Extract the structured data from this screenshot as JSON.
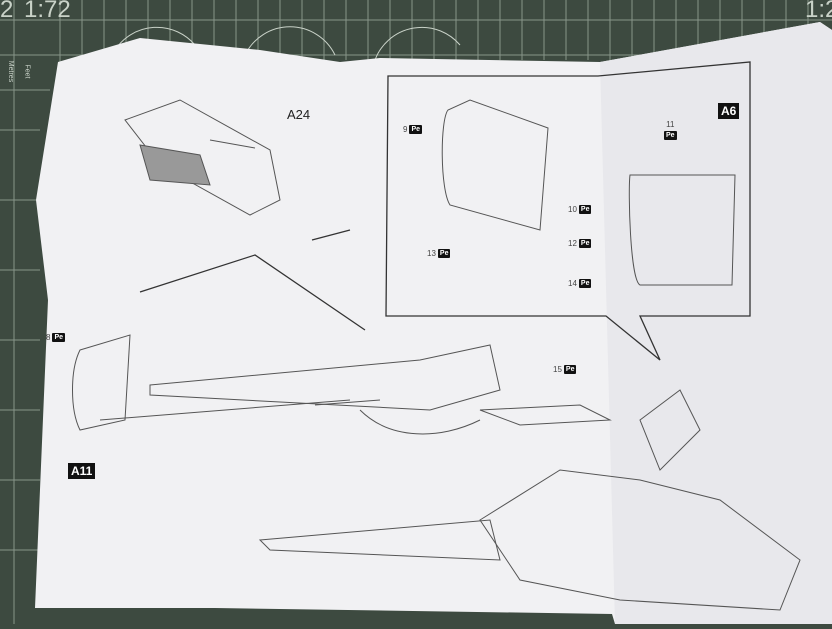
{
  "mat": {
    "scale_left": "2",
    "scale_main": "1:72",
    "scale_right": "1:2",
    "unit_metres": "Metres",
    "unit_feet": "Feet"
  },
  "labels": {
    "a24": "A24",
    "a6": "A6",
    "a11": "A11",
    "pe": "Pe"
  },
  "pe_parts": [
    "8",
    "9",
    "10",
    "11",
    "12",
    "13",
    "14",
    "15"
  ]
}
